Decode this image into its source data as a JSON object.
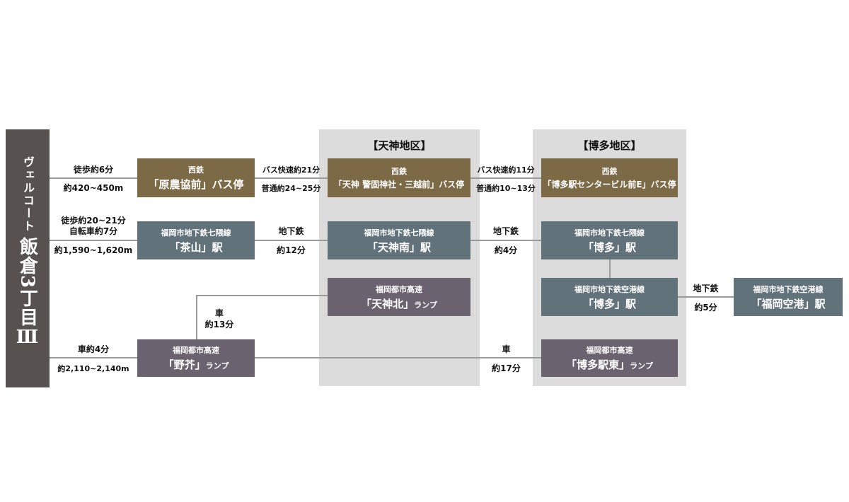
{
  "property": {
    "name_kana": "ヴェルコート",
    "name_main": "飯倉3丁目Ⅲ"
  },
  "districts": {
    "tenjin": "【天神地区】",
    "hakata": "【博多地区】"
  },
  "boxes": {
    "harano_bus": {
      "operator": "西鉄",
      "name": "「原農協前」",
      "suffix": "バス停"
    },
    "tenjin_bus": {
      "operator": "西鉄",
      "name": "「天神 警固神社・三越前」",
      "suffix": "バス停"
    },
    "hakata_bus": {
      "operator": "西鉄",
      "name": "「博多駅センタービル前E」",
      "suffix": "バス停"
    },
    "chayama": {
      "operator": "福岡市地下鉄七隈線",
      "name": "「茶山」",
      "suffix": "駅"
    },
    "tenjinminami": {
      "operator": "福岡市地下鉄七隈線",
      "name": "「天神南」",
      "suffix": "駅"
    },
    "hakata_nanakuma": {
      "operator": "福岡市地下鉄七隈線",
      "name": "「博多」",
      "suffix": "駅"
    },
    "hakata_kuko": {
      "operator": "福岡市地下鉄空港線",
      "name": "「博多」",
      "suffix": "駅"
    },
    "fukuoka_airport": {
      "operator": "福岡市地下鉄空港線",
      "name": "「福岡空港」",
      "suffix": "駅"
    },
    "tenjinkita": {
      "operator": "福岡都市高速",
      "name": "「天神北」",
      "suffix": "ランプ"
    },
    "noke": {
      "operator": "福岡都市高速",
      "name": "「野芥」",
      "suffix": "ランプ"
    },
    "hakataekihigashi": {
      "operator": "福岡都市高速",
      "name": "「博多駅東」",
      "suffix": "ランプ"
    }
  },
  "labels": {
    "walk_bus_top": "徒歩約6分",
    "walk_bus_bottom": "約420~450m",
    "bus1_top": "バス快速約21分",
    "bus1_bottom": "普通約24~25分",
    "bus2_top": "バス快速約11分",
    "bus2_bottom": "普通約10~13分",
    "walk_sub_top1": "徒歩約20~21分",
    "walk_sub_top2": "自転車約7分",
    "walk_sub_bottom": "約1,590~1,620m",
    "sub1_top": "地下鉄",
    "sub1_bottom": "約12分",
    "sub2_top": "地下鉄",
    "sub2_bottom": "約4分",
    "sub3_top": "地下鉄",
    "sub3_bottom": "約5分",
    "car_noke_top": "車約4分",
    "car_noke_bottom": "約2,110~2,140m",
    "car_tenjin_top": "車",
    "car_tenjin_bottom": "約13分",
    "car_hakata_top": "車",
    "car_hakata_bottom": "約17分"
  }
}
